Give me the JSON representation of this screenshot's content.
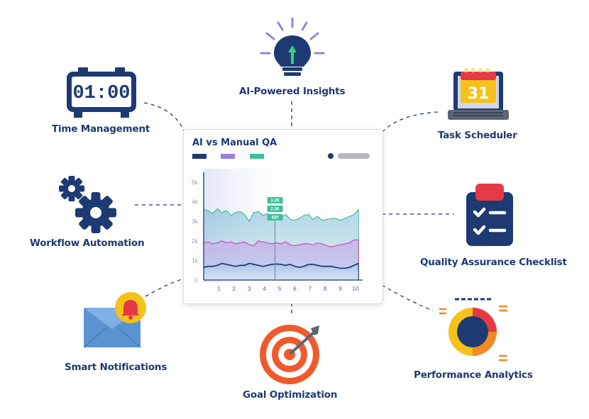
{
  "chart_title": "AI vs Manual QA",
  "features": {
    "ai_insights": "AI-Powered Insights",
    "time_management": "Time Management",
    "task_scheduler": "Task Scheduler",
    "workflow_automation": "Workflow Automation",
    "qa_checklist": "Quality Assurance Checklist",
    "smart_notifications": "Smart Notifications",
    "goal_optimization": "Goal Optimization",
    "performance_analytics": "Performance Analytics"
  },
  "icons": {
    "clock_display": "01:00",
    "calendar_day": "31"
  },
  "colors": {
    "navy": "#1d3a73",
    "series_top": "#3dbf9a",
    "series_mid": "#c74fb6",
    "series_low": "#1f3f7a",
    "legend_purple": "#9b7fd9",
    "legend_teal": "#3dbf9a",
    "accent_red": "#e63946",
    "accent_orange": "#f08a24",
    "accent_yellow": "#f4c21b"
  },
  "chart_data": {
    "type": "area",
    "title": "AI vs Manual QA",
    "y_ticks": [
      "0",
      "1k",
      "2k",
      "3k",
      "4k",
      "5k"
    ],
    "x_ticks": [
      "1",
      "2",
      "3",
      "4",
      "5",
      "6",
      "7",
      "8",
      "9",
      "10"
    ],
    "ylim": [
      0,
      5000
    ],
    "xlim": [
      0,
      10
    ],
    "grid": false,
    "tooltip": {
      "x": 4.7,
      "values": [
        "3.2K",
        "2.3K",
        "820"
      ]
    },
    "x": [
      0,
      0.3,
      0.6,
      0.9,
      1.2,
      1.5,
      1.8,
      2.1,
      2.4,
      2.7,
      3.0,
      3.3,
      3.6,
      3.9,
      4.2,
      4.5,
      4.8,
      5.1,
      5.4,
      5.7,
      6.0,
      6.3,
      6.6,
      6.9,
      7.2,
      7.5,
      7.8,
      8.1,
      8.4,
      8.7,
      9.0,
      9.3,
      9.6,
      9.9,
      10.2
    ],
    "series": [
      {
        "values": [
          3600,
          3550,
          3400,
          3650,
          3450,
          3550,
          3300,
          3450,
          3500,
          3350,
          3000,
          3450,
          3500,
          3300,
          3400,
          3250,
          3300,
          3200,
          3350,
          3100,
          3050,
          3150,
          3300,
          3350,
          3100,
          3250,
          3050,
          3100,
          3150,
          3150,
          3050,
          3150,
          3250,
          3350,
          3600
        ]
      },
      {
        "values": [
          1900,
          1950,
          1850,
          1900,
          2000,
          1900,
          1950,
          1850,
          1900,
          1950,
          1800,
          1750,
          2000,
          1950,
          1900,
          1850,
          1900,
          1850,
          1950,
          1800,
          1750,
          1800,
          1850,
          1850,
          1800,
          1900,
          1850,
          1750,
          1700,
          1750,
          1800,
          1850,
          1900,
          2050,
          2050
        ]
      },
      {
        "values": [
          650,
          700,
          700,
          750,
          850,
          800,
          750,
          700,
          750,
          750,
          850,
          800,
          750,
          700,
          750,
          800,
          820,
          800,
          750,
          800,
          700,
          650,
          700,
          800,
          800,
          750,
          700,
          700,
          700,
          650,
          600,
          600,
          650,
          750,
          850
        ]
      }
    ]
  }
}
